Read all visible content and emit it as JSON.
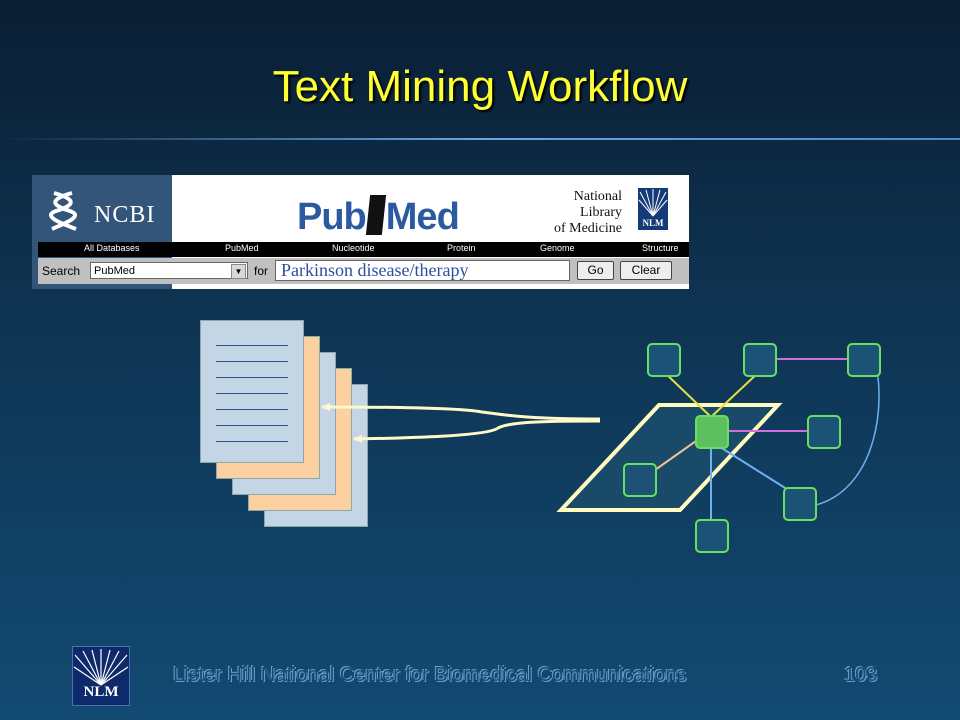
{
  "slide": {
    "title": "Text Mining Workflow",
    "footer": "Lister Hill National Center for Biomedical Communications",
    "page_number": "103",
    "logo_label": "NLM"
  },
  "pubmed": {
    "ncbi_label": "NCBI",
    "logo_pub": "Pub",
    "logo_med": "Med",
    "nlm_lines": [
      "National",
      "Library",
      "of Medicine"
    ],
    "nlm_badge": "NLM",
    "databases": [
      "All Databases",
      "PubMed",
      "Nucleotide",
      "Protein",
      "Genome",
      "Structure"
    ],
    "search_label": "Search",
    "database_selected": "PubMed",
    "for_label": "for",
    "query": "Parkinson disease/therapy",
    "go_label": "Go",
    "clear_label": "Clear"
  },
  "colors": {
    "title": "#ffff33",
    "node_border": "#66e060",
    "node_hub": "#5cc060",
    "edge_yellow": "#e8e040",
    "edge_purple": "#d070e0",
    "edge_blue": "#70b0f0",
    "edge_peach": "#f0c090"
  },
  "icons": [
    "dna-helix-icon",
    "dropdown-arrow-icon",
    "nlm-sunburst-icon"
  ]
}
